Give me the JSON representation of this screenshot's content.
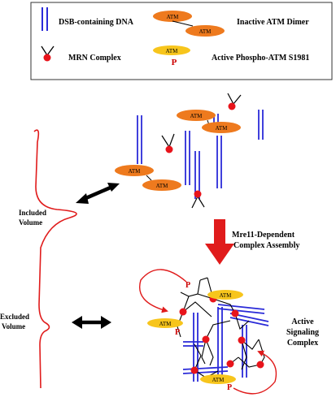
{
  "legend": {
    "dsb_dna": "DSB-containing DNA",
    "mrn_complex": "MRN Complex",
    "inactive_atm_dimer": "Inactive ATM Dimer",
    "active_phospho_atm": "Active Phospho-ATM S1981",
    "atm": "ATM",
    "p": "P"
  },
  "labels": {
    "included_1": "Included",
    "included_2": "Volume",
    "excluded_1": "Excluded",
    "excluded_2": "Volume",
    "assembly_1": "Mre11-Dependent",
    "assembly_2": "Complex Assembly",
    "active_1": "Active",
    "active_2": "Signaling",
    "active_3": "Complex",
    "atm": "ATM",
    "p": "P"
  },
  "colors": {
    "dna": "#2a2ad8",
    "mrn": "#e8141b",
    "atm_inactive": "#ee7a1e",
    "atm_active": "#f7c51c",
    "curve": "#e01b1b",
    "arrow_big": "#e01b1b",
    "phospho": "#cc0000"
  }
}
